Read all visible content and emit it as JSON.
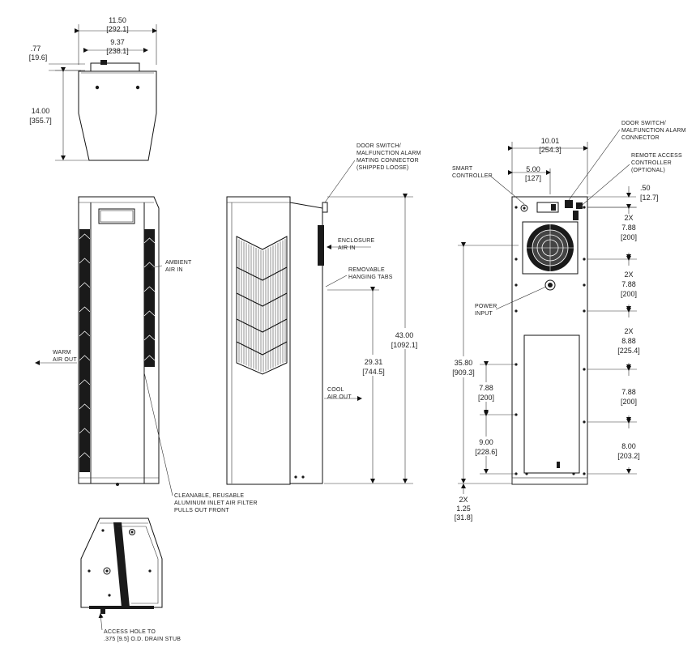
{
  "top_view": {
    "width_outer": "11.50",
    "width_outer_mm": "[292.1]",
    "width_inner": "9.37",
    "width_inner_mm": "[238.1]",
    "offset": ".77",
    "offset_mm": "[19.6]",
    "depth": "14.00",
    "depth_mm": "[355.7]"
  },
  "front_view": {
    "ambient_air_in": [
      "AMBIENT",
      "AIR IN"
    ],
    "warm_air_out": [
      "WARM",
      "AIR OUT"
    ],
    "filter_note": [
      "CLEANABLE, REUSABLE",
      "ALUMINUM INLET AIR FILTER",
      "PULLS OUT FRONT"
    ]
  },
  "side_view": {
    "door_switch_note": [
      "DOOR SWITCH/",
      "MALFUNCTION ALARM",
      "MATING CONNECTOR",
      "(SHIPPED LOOSE)"
    ],
    "enclosure_air_in": [
      "ENCLOSURE",
      "AIR IN"
    ],
    "hanging_tabs": [
      "REMOVABLE",
      "HANGING TABS"
    ],
    "cool_air_out": [
      "COOL",
      "AIR OUT"
    ],
    "height_total": "43.00",
    "height_total_mm": "[1092.1]",
    "height_partial": "29.31",
    "height_partial_mm": "[744.5]"
  },
  "bottom_view": {
    "access_hole_note": [
      "ACCESS HOLE TO",
      ".375 [9.5] O.D. DRAIN STUB"
    ]
  },
  "rear_view": {
    "width": "10.01",
    "width_mm": "[254.3]",
    "half_width": "5.00",
    "half_width_mm": "[127]",
    "smart_controller": [
      "SMART",
      "CONTROLLER"
    ],
    "door_switch_connector": [
      "DOOR SWITCH/",
      "MALFUNCTION ALARM",
      "CONNECTOR"
    ],
    "remote_access": [
      "REMOTE ACCESS",
      "CONTROLLER",
      "(OPTIONAL)"
    ],
    "top_offset": ".50",
    "top_offset_mm": "[12.7]",
    "power_input": [
      "POWER",
      "INPUT"
    ],
    "right_dims": [
      {
        "qty": "2X",
        "value": "7.88",
        "mm": "[200]"
      },
      {
        "qty": "2X",
        "value": "7.88",
        "mm": "[200]"
      },
      {
        "qty": "2X",
        "value": "8.88",
        "mm": "[225.4]"
      },
      {
        "qty": "",
        "value": "7.88",
        "mm": "[200]"
      },
      {
        "qty": "",
        "value": "8.00",
        "mm": "[203.2]"
      }
    ],
    "overall": "35.80",
    "overall_mm": "[909.3]",
    "left_dim_1": "7.88",
    "left_dim_1_mm": "[200]",
    "left_dim_2": "9.00",
    "left_dim_2_mm": "[228.6]",
    "bottom_qty": "2X",
    "bottom_dim": "1.25",
    "bottom_dim_mm": "[31.8]"
  }
}
